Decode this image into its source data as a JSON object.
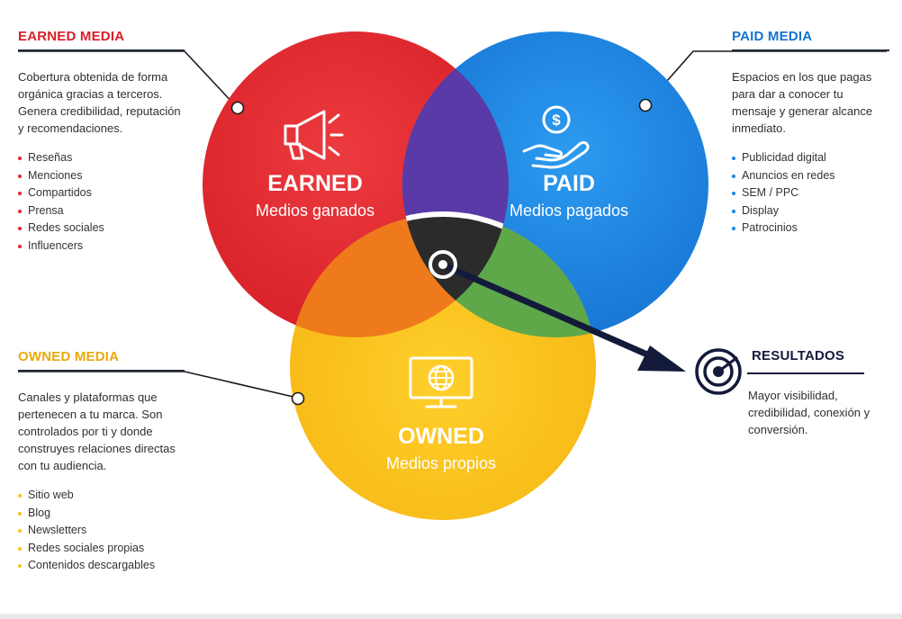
{
  "colors": {
    "earned": "#e3262d",
    "paid": "#1b86e3",
    "owned": "#f7c21d",
    "overlap_earned_paid": "#5a3aa6",
    "overlap_earned_owned": "#ee7a1c",
    "overlap_paid_owned": "#5ea84a",
    "center": "#2b2b2b",
    "navy": "#131a3a"
  },
  "earned_panel": {
    "title": "EARNED MEDIA",
    "description": "Cobertura obtenida de forma orgánica gracias a terceros. Genera credibilidad, reputación y recomendaciones.",
    "items": [
      "Reseñas",
      "Menciones",
      "Compartidos",
      "Prensa",
      "Redes sociales",
      "Influencers"
    ]
  },
  "paid_panel": {
    "title": "PAID MEDIA",
    "description": "Espacios en los que pagas para dar a conocer tu mensaje y generar alcance inmediato.",
    "items": [
      "Publicidad digital",
      "Anuncios en redes",
      "SEM / PPC",
      "Display",
      "Patrocinios"
    ]
  },
  "owned_panel": {
    "title": "OWNED MEDIA",
    "description": "Canales y plataformas que pertenecen a tu marca. Son controlados por ti y donde construyes relaciones directas con tu audiencia.",
    "items": [
      "Sitio web",
      "Blog",
      "Newsletters",
      "Redes sociales propias",
      "Contenidos descargables"
    ]
  },
  "circles": {
    "earned": {
      "title": "EARNED",
      "subtitle": "Medios ganados",
      "icon": "megaphone-icon"
    },
    "paid": {
      "title": "PAID",
      "subtitle": "Medios pagados",
      "icon": "money-hand-icon"
    },
    "owned": {
      "title": "OWNED",
      "subtitle": "Medios propios",
      "icon": "monitor-globe-icon"
    }
  },
  "results": {
    "title": "RESULTADOS",
    "description": "Mayor visibilidad, credibilidad, conexión y conversión.",
    "icon": "target-icon"
  }
}
